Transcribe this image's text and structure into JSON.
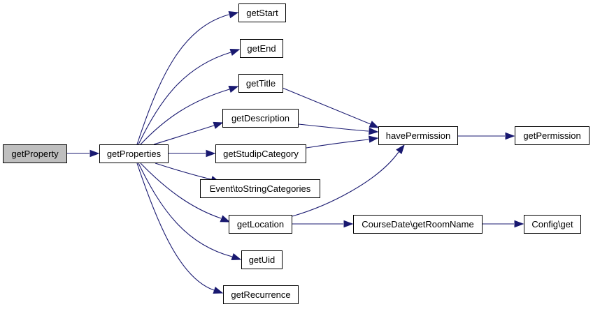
{
  "nodes": {
    "getProperty": "getProperty",
    "getProperties": "getProperties",
    "getStart": "getStart",
    "getEnd": "getEnd",
    "getTitle": "getTitle",
    "getDescription": "getDescription",
    "getStudipCategory": "getStudipCategory",
    "toStringCategories": "Event\\toStringCategories",
    "getLocation": "getLocation",
    "getUid": "getUid",
    "getRecurrence": "getRecurrence",
    "havePermission": "havePermission",
    "getPermission": "getPermission",
    "getRoomName": "CourseDate\\getRoomName",
    "configGet": "Config\\get"
  },
  "colors": {
    "edge": "#191970",
    "root_fill": "#bfbfbf",
    "node_fill": "#ffffff",
    "border": "#000000"
  },
  "edges": [
    [
      "getProperty",
      "getProperties"
    ],
    [
      "getProperties",
      "getStart"
    ],
    [
      "getProperties",
      "getEnd"
    ],
    [
      "getProperties",
      "getTitle"
    ],
    [
      "getProperties",
      "getDescription"
    ],
    [
      "getProperties",
      "getStudipCategory"
    ],
    [
      "getProperties",
      "toStringCategories"
    ],
    [
      "getProperties",
      "getLocation"
    ],
    [
      "getProperties",
      "getUid"
    ],
    [
      "getProperties",
      "getRecurrence"
    ],
    [
      "getTitle",
      "havePermission"
    ],
    [
      "getDescription",
      "havePermission"
    ],
    [
      "getStudipCategory",
      "havePermission"
    ],
    [
      "getLocation",
      "havePermission"
    ],
    [
      "getLocation",
      "getRoomName"
    ],
    [
      "havePermission",
      "getPermission"
    ],
    [
      "getRoomName",
      "configGet"
    ]
  ]
}
